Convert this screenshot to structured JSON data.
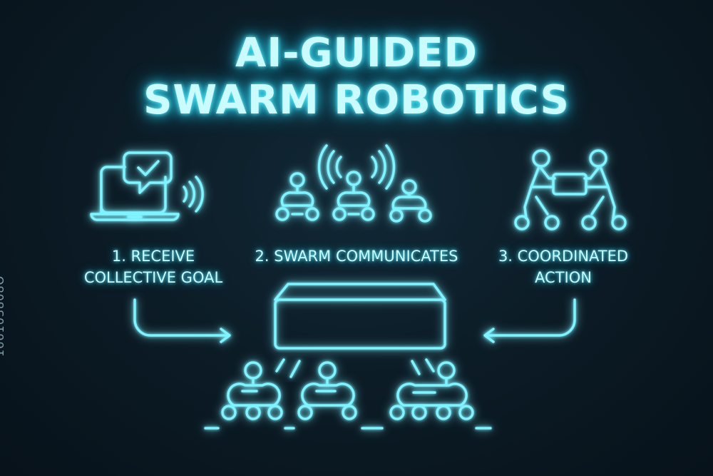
{
  "title": {
    "line1": "AI-GUIDED",
    "line2": "SWARM ROBOTICS"
  },
  "steps": [
    {
      "line1": "1. RECEIVE",
      "line2": "COLLECTIVE GOAL",
      "icon": "laptop-message-icon"
    },
    {
      "line1": "2. SWARM COMMUNICATES",
      "line2": "",
      "icon": "robot-swarm-signal-icon"
    },
    {
      "line1": "3. COORDINATED",
      "line2": "ACTION",
      "icon": "people-carrying-box-icon"
    }
  ],
  "watermark": "166103808O",
  "colors": {
    "background": "#0b1a24",
    "neon": "#7ff3ff",
    "glow": "#2cd6f0"
  }
}
